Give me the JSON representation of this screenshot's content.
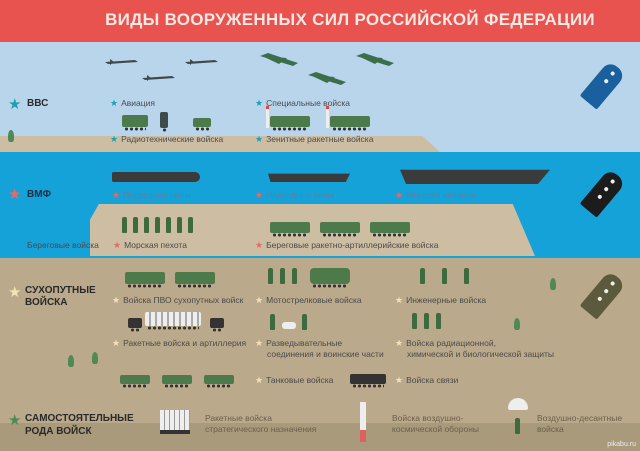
{
  "title": "ВИДЫ ВООРУЖЕННЫХ СИЛ РОССИЙСКОЙ ФЕДЕРАЦИИ",
  "colors": {
    "header": "#e8524f",
    "sky": "#b9d5ec",
    "sea": "#14a2d8",
    "land": "#baa98b",
    "vvs_star": "#1f9fb2",
    "vmf_star": "#e66a6a",
    "sv_star": "#f3e2b4",
    "srv_star": "#4f8a55"
  },
  "vvs": {
    "name": "ВВС",
    "icon": "star-icon",
    "items": [
      "Авиация",
      "Специальные войска",
      "Радиотехнические войска",
      "Зенитные ракетные войска"
    ]
  },
  "vmf": {
    "name": "ВМФ",
    "icon": "star-icon",
    "items": [
      "Подводные силы",
      "Надводные силы",
      "Морская авиация",
      "Береговые войска",
      "Морская пехота",
      "Береговые ракетно-артиллерийские войска"
    ]
  },
  "sv": {
    "name_line1": "СУХОПУТНЫЕ",
    "name_line2": "ВОЙСКА",
    "icon": "star-icon",
    "items": [
      "Войска ПВО сухопутных войск",
      "Мотострелковые войска",
      "Инженерные войска",
      "Ракетные войска и артиллерия",
      "Разведывательные",
      "соединения и воинские части",
      "Войска радиационной,",
      "химической и биологической защиты",
      "Танковые войска",
      "Войска связи"
    ]
  },
  "srv": {
    "name_line1": "САМОСТОЯТЕЛЬНЫЕ",
    "name_line2": "РОДА ВОЙСК",
    "icon": "star-icon",
    "items": [
      "Ракетные войска",
      "стратегического назначения",
      "Войска воздушно-",
      "космической обороны",
      "Воздушно-десантные",
      "войска"
    ]
  },
  "watermark": "pikabu.ru"
}
